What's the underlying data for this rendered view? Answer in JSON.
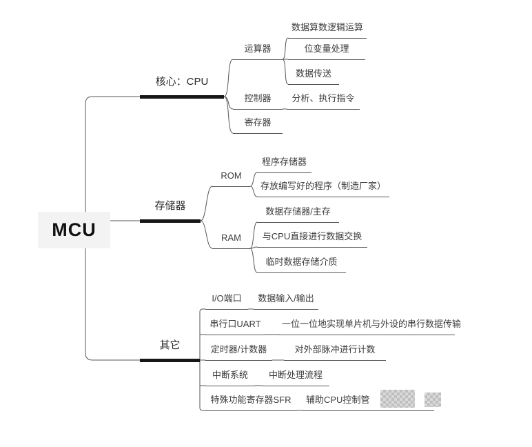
{
  "colors": {
    "background": "#ffffff",
    "root_box_bg": "#f3f3f3",
    "main_topic_bar": "#161616",
    "sub_topic_line": "#555555",
    "connector_line": "#555555",
    "text": "#3c3c3c"
  },
  "root": {
    "label": "MCU"
  },
  "branches": [
    {
      "label": "核心：CPU",
      "children": [
        {
          "label": "运算器",
          "children": [
            {
              "label": "数据算数逻辑运算"
            },
            {
              "label": "位变量处理"
            },
            {
              "label": "数据传送"
            }
          ]
        },
        {
          "label": "控制器",
          "children": [
            {
              "label": "分析、执行指令"
            }
          ]
        },
        {
          "label": "寄存器"
        }
      ]
    },
    {
      "label": "存储器",
      "children": [
        {
          "label": "ROM",
          "children": [
            {
              "label": "程序存储器"
            },
            {
              "label": "存放编写好的程序（制造厂家）"
            }
          ]
        },
        {
          "label": "RAM",
          "children": [
            {
              "label": "数据存储器/主存"
            },
            {
              "label": "与CPU直接进行数据交换"
            },
            {
              "label": "临时数据存储介质"
            }
          ]
        }
      ]
    },
    {
      "label": "其它",
      "children": [
        {
          "label": "I/O端口",
          "children": [
            {
              "label": "数据输入/输出"
            }
          ]
        },
        {
          "label": "串行口UART",
          "children": [
            {
              "label": "一位一位地实现单片机与外设的串行数据传输"
            }
          ]
        },
        {
          "label": "定时器/计数器",
          "children": [
            {
              "label": "对外部脉冲进行计数"
            }
          ]
        },
        {
          "label": "中断系统",
          "children": [
            {
              "label": "中断处理流程"
            }
          ]
        },
        {
          "label": "特殊功能寄存器SFR",
          "children": [
            {
              "label": "辅助CPU控制管",
              "redacted": true
            }
          ]
        }
      ]
    }
  ]
}
